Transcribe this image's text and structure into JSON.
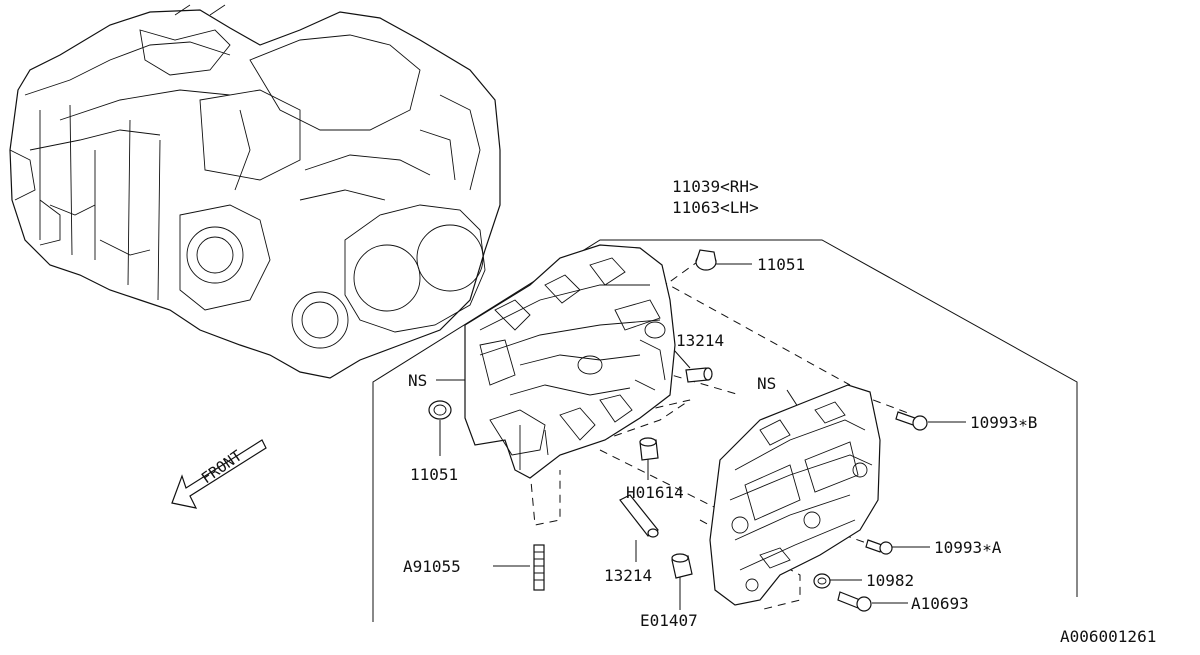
{
  "labels": {
    "head_rh": "11039<RH>",
    "head_lh": "11063<LH>",
    "plug_top": "11051",
    "stud_upper": "13214",
    "ns_head": "NS",
    "ns_cover": "NS",
    "bolt_b": "10993∗B",
    "plug_left": "11051",
    "h_part": "H01614",
    "bolt_a": "10993∗A",
    "stud_a": "A91055",
    "stud_lower": "13214",
    "washer": "10982",
    "bolt_a10693": "A10693",
    "e_part": "E01407",
    "front": "FRONT",
    "diagram_code": "A006001261"
  },
  "icons": {
    "front_arrow": "front-arrow-icon"
  }
}
